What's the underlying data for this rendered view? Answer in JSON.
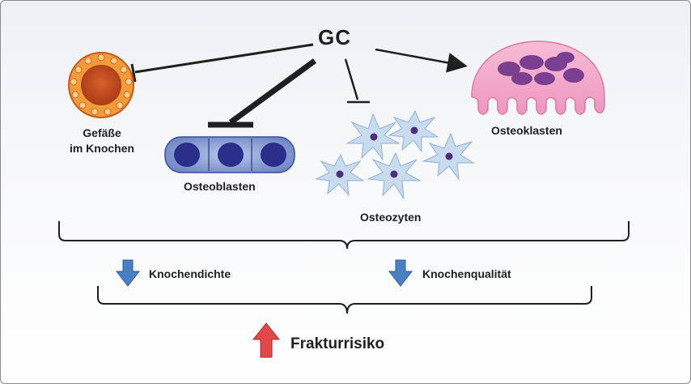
{
  "diagram": {
    "center_label": "GC",
    "targets": {
      "vessels": {
        "label_line1": "Gefäße",
        "label_line2": "im Knochen"
      },
      "osteoblasts": {
        "label": "Osteoblasten"
      },
      "osteocytes": {
        "label": "Osteozyten"
      },
      "osteoclasts": {
        "label": "Osteoklasten"
      }
    },
    "outcomes": {
      "bone_density": {
        "label": "Knochendichte",
        "direction": "down"
      },
      "bone_quality": {
        "label": "Knochenqualität",
        "direction": "down"
      }
    },
    "result": {
      "label": "Frakturrisiko",
      "direction": "up"
    }
  },
  "colors": {
    "down_arrow": "#4a7fc1",
    "up_arrow": "#d94040",
    "osteoclast_body": "#f2a9c9",
    "osteoclast_nuclei": "#7a3f8f",
    "osteoblast_body": "#7c93cf",
    "osteoblast_nucleus": "#2b2f8a",
    "osteocyte_body": "#c9dcef",
    "vessel_outer": "#f08a2a",
    "vessel_inner": "#b4421a"
  }
}
